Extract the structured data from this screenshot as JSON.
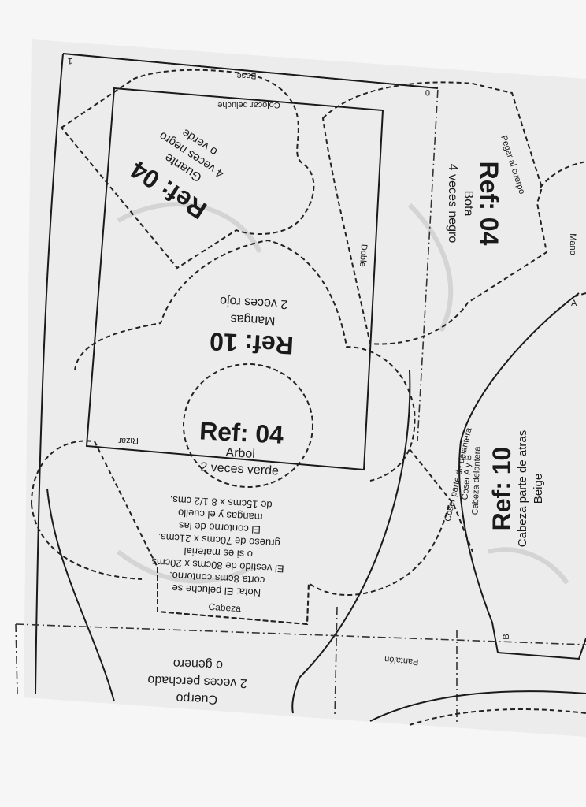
{
  "pieces": {
    "guante": {
      "ref": "Ref: 04",
      "name": "Guante",
      "qty": "4 veces negro",
      "alt": "o verde",
      "label_colocar": "Colocar peluche",
      "label_base": "Base"
    },
    "bota": {
      "ref": "Ref: 04",
      "name": "Bota",
      "qty": "4 veces negro",
      "label_pegar": "Pegar al cuerpo",
      "label_mano": "Mano"
    },
    "mangas": {
      "ref": "Ref: 10",
      "name": "Mangas",
      "qty": "2 veces rojo",
      "label_doble": "Doble"
    },
    "arbol": {
      "ref": "Ref: 04",
      "name": "Arbol",
      "qty": "2 veces verde"
    },
    "cabeza_atras": {
      "ref": "Ref: 10",
      "name": "Cabeza parte de atras",
      "color": "Beige",
      "note1": "Coser parte de delantera",
      "note2": "Coser A y B",
      "note3": "Cabeza delantera",
      "mark_a": "A",
      "mark_b": "B"
    },
    "cuerpo": {
      "name": "Cuerpo",
      "qty": "2 veces perchado",
      "alt": "o genero"
    }
  },
  "labels": {
    "rizar": "Rizar",
    "cabeza": "Cabeza",
    "pantalon": "Pantalón",
    "corner_1": "1",
    "corner_0": "0"
  },
  "note": {
    "lines": [
      "Nota: El peluche se",
      "corta 8cms contorno.",
      "El vestido de 80cms x 20cms",
      "o si es material",
      "grueso de 70cms x 21cms.",
      "El contorno de las",
      "mangas y el cuello",
      "de 15cms x 8 1/2 cms."
    ]
  },
  "colors": {
    "paper": "#f3f3f3",
    "ink": "#1a1a1a",
    "ghost": "#d4d4d4"
  }
}
